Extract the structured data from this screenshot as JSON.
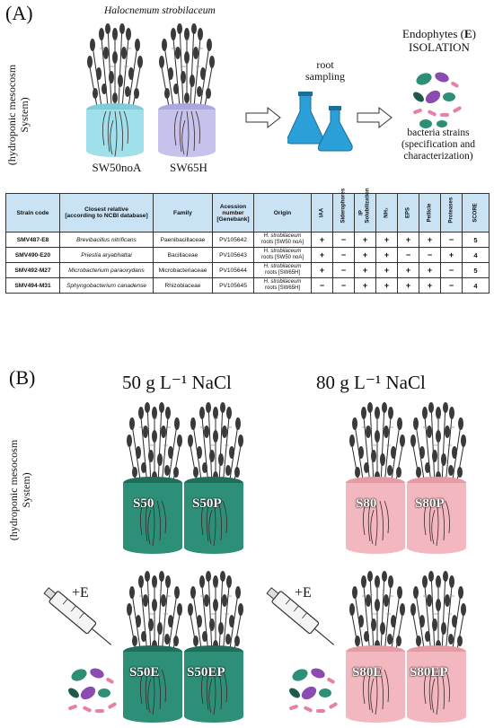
{
  "panel_a": {
    "label": "(A)",
    "side_label_line1": "(hydroponic mesocosm",
    "side_label_line2": "System)",
    "species": "Halocnemum strobilaceum",
    "pot1_label": "SW50noA",
    "pot2_label": "SW65H",
    "sampling_line1": "root",
    "sampling_line2": "sampling",
    "isolation_line1": "Endophytes (",
    "isolation_e": "E",
    "isolation_line1_end": ")",
    "isolation_line2": "ISOLATION",
    "bacteria_line1": "bacteria strains",
    "bacteria_line2": "(specification and",
    "bacteria_line3": "characterization)"
  },
  "table": {
    "headers": {
      "strain_code": "Strain code",
      "closest_relative_1": "Closest relative",
      "closest_relative_2": "[according to NCBI database]",
      "family": "Family",
      "accession_1": "Acession",
      "accession_2": "number",
      "accession_3": "[Genebank]",
      "origin": "Origin",
      "iaa": "IAA",
      "siderophores": "Siderophores",
      "ip_1": "IP",
      "ip_2": "Solubilization",
      "nh3": "NH₃",
      "eps": "EPS",
      "pellicle": "Pellicle",
      "proteases": "Proteases",
      "score": "SCORE"
    },
    "rows": [
      {
        "code": "SMV487-E8",
        "relative": "Brevibacillus nitrificans",
        "family": "Paenibacillaceae",
        "accession": "PV105642",
        "origin_1": "H. strobilaceum",
        "origin_2": "roots [SW50 noA]",
        "iaa": "+",
        "sid": "−",
        "ip": "+",
        "nh3": "+",
        "eps": "+",
        "pel": "+",
        "pro": "−",
        "score": "5"
      },
      {
        "code": "SMV490-E20",
        "relative": "Priestia aryabhattai",
        "family": "Bacillaceae",
        "accession": "PV105643",
        "origin_1": "H. strobilaceum",
        "origin_2": "roots [SW50 noA]",
        "iaa": "+",
        "sid": "−",
        "ip": "+",
        "nh3": "+",
        "eps": "−",
        "pel": "−",
        "pro": "+",
        "score": "4"
      },
      {
        "code": "SMV492-M27",
        "relative": "Microbacterium paraoxydans",
        "family": "Microbacteriaceae",
        "accession": "PV105644",
        "origin_1": "H. strobilaceum",
        "origin_2": "roots [SW65H]",
        "iaa": "+",
        "sid": "−",
        "ip": "+",
        "nh3": "+",
        "eps": "+",
        "pel": "+",
        "pro": "−",
        "score": "5"
      },
      {
        "code": "SMV494-M31",
        "relative": "Sphyngobacterium canadense",
        "family": "Rhizobiaceae",
        "accession": "PV105645",
        "origin_1": "H. strobilaceum",
        "origin_2": "roots [SW65H]",
        "iaa": "−",
        "sid": "−",
        "ip": "+",
        "nh3": "+",
        "eps": "+",
        "pel": "+",
        "pro": "−",
        "score": "4"
      }
    ]
  },
  "panel_b": {
    "label": "(B)",
    "side_label_line1": "(hydroponic mesocosm",
    "side_label_line2": "System)",
    "conc_50": "50 g L⁻¹ NaCl",
    "conc_80": "80 g L⁻¹ NaCl",
    "plus_e": "+E",
    "pots": {
      "s50": "S50",
      "s50p": "S50P",
      "s80": "S80",
      "s80p": "S80P",
      "s50e": "S50E",
      "s50ep": "S50EP",
      "s80e": "S80E",
      "s80ep": "S80EP"
    }
  },
  "colors": {
    "pot_cyan": "#9fe0ea",
    "pot_lavender": "#c5c3ec",
    "pot_green": "#2e8f78",
    "pot_pink": "#f3b8bf",
    "flask_blue": "#2a9fd8",
    "table_header": "#c9e2f4"
  }
}
